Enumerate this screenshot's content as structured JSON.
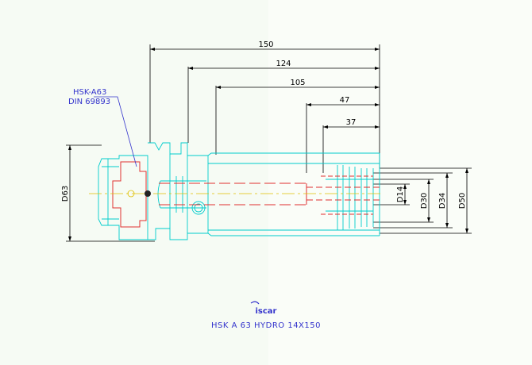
{
  "dimensions": {
    "length_overall": "150",
    "length_2": "124",
    "length_3": "105",
    "length_4": "47",
    "length_5": "37",
    "dia_flange": "D63",
    "dia_bore": "D14",
    "dia_2": "D30",
    "dia_3": "D34",
    "dia_body": "D50"
  },
  "callout": {
    "line1": "HSK-A63",
    "line2": "DIN 69893"
  },
  "title_block": {
    "logo_text": "iscar",
    "part_name": "HSK A 63 HYDRO 14X150"
  },
  "colors": {
    "paper": "#f6fbf4",
    "outline": "#00cccc",
    "hidden_lines": "#e03030",
    "dimension_lines": "#000000",
    "annotation": "#3333cc",
    "centerline": "#e0c000"
  }
}
